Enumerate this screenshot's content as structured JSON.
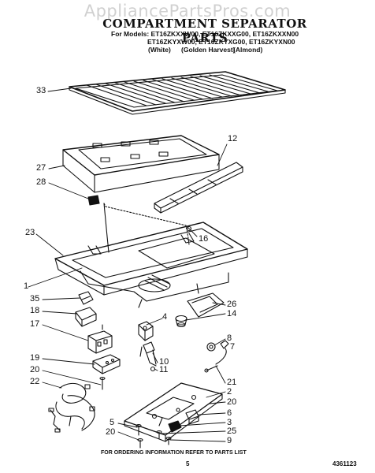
{
  "watermark": "AppliancePartsPros.com",
  "header": {
    "title": "COMPARTMENT SEPARATOR PARTS",
    "models_line1": "For Models: ET16ZKXXW00, ET16ZKXXG00, ET16ZKXXN00",
    "models_line2": "ET16ZKYXW00, ET16ZKYXG00, ET16ZKYXN00",
    "colors": [
      "(White)",
      "(Golden Harvest)",
      "(Almond)"
    ]
  },
  "callouts": {
    "c33": "33",
    "c12": "12",
    "c27": "27",
    "c28": "28",
    "c16": "16",
    "c23": "23",
    "c26": "26",
    "c1": "1",
    "c35": "35",
    "c14": "14",
    "c18": "18",
    "c4": "4",
    "c17": "17",
    "c8": "8",
    "c7": "7",
    "c10": "10",
    "c19": "19",
    "c11": "11",
    "c20a": "20",
    "c21": "21",
    "c22": "22",
    "c2": "2",
    "c20b": "20",
    "c6": "6",
    "c3": "3",
    "c5": "5",
    "c25": "25",
    "c20c": "20",
    "c9": "9"
  },
  "footer": {
    "notice": "FOR ORDERING INFORMATION REFER TO PARTS LIST",
    "page_number": "5",
    "doc_number": "4361123"
  }
}
